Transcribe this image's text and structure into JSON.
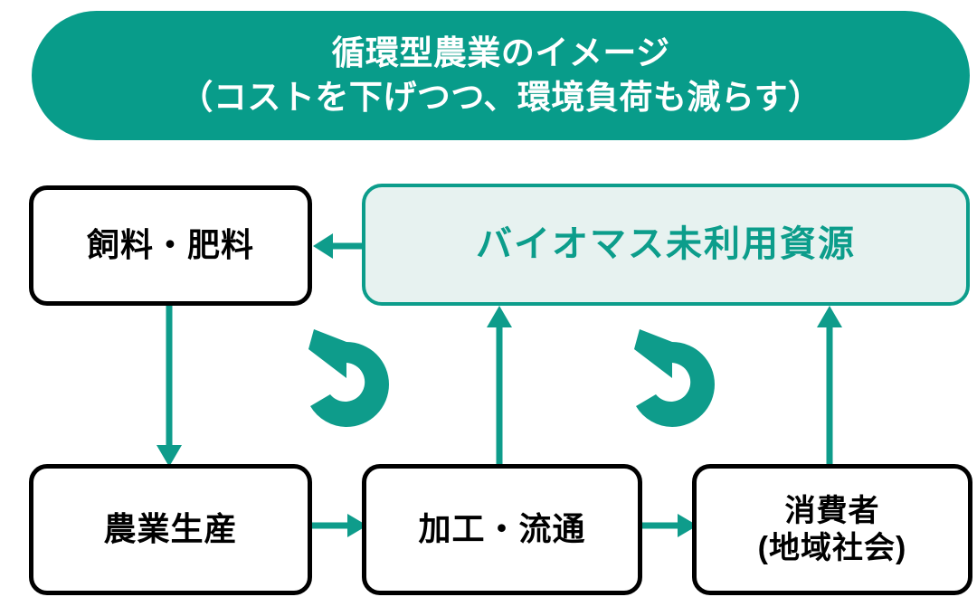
{
  "banner": {
    "title_line1": "循環型農業のイメージ",
    "title_line2": "（コストを下げつつ、環境負荷も減らす）",
    "background_color": "#089C8A",
    "text_color": "#FFFFFF"
  },
  "nodes": {
    "feed": {
      "label": "飼料・肥料",
      "border_color": "#000000",
      "fill_color": "#FFFFFF",
      "text_color": "#000000"
    },
    "biomass": {
      "label": "バイオマス未利用資源",
      "border_color": "#0C9D8B",
      "fill_color": "#E7F2F0",
      "text_color": "#0C9D8B"
    },
    "farm": {
      "label": "農業生産",
      "border_color": "#000000",
      "fill_color": "#FFFFFF",
      "text_color": "#000000"
    },
    "process": {
      "label": "加工・流通",
      "border_color": "#000000",
      "fill_color": "#FFFFFF",
      "text_color": "#000000"
    },
    "consumer": {
      "label_line1": "消費者",
      "label_line2": "(地域社会)",
      "border_color": "#000000",
      "fill_color": "#FFFFFF",
      "text_color": "#000000"
    }
  },
  "connectors": {
    "accent_color": "#0E9C8B",
    "biomass_to_feed": {
      "from": "バイオマス未利用資源",
      "to": "飼料・肥料",
      "direction": "left"
    },
    "feed_to_farm": {
      "from": "飼料・肥料",
      "to": "農業生産",
      "direction": "down"
    },
    "farm_to_process": {
      "from": "農業生産",
      "to": "加工・流通",
      "direction": "right"
    },
    "process_to_consumer": {
      "from": "加工・流通",
      "to": "消費者(地域社会)",
      "direction": "right"
    },
    "process_to_biomass": {
      "from": "加工・流通",
      "to": "バイオマス未利用資源",
      "direction": "up"
    },
    "consumer_to_biomass": {
      "from": "消費者(地域社会)",
      "to": "バイオマス未利用資源",
      "direction": "up"
    }
  },
  "icons": {
    "recycle_left": {
      "name": "recycle-loop-icon",
      "color": "#0E9C8B"
    },
    "recycle_right": {
      "name": "recycle-loop-icon",
      "color": "#0E9C8B"
    }
  }
}
